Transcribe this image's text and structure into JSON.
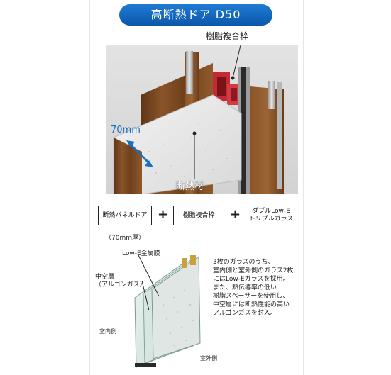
{
  "title": "高断熱ドア D50",
  "labels": {
    "frame": "樹脂複合枠",
    "thickness": "70mm",
    "insulation": "断熱材"
  },
  "combination": {
    "item1": "断熱パネルドア",
    "item2": "樹脂複合枠",
    "item3_line1": "ダブルLow-E",
    "item3_line2": "トリプルガラス",
    "plus": "+"
  },
  "glass": {
    "thickness_note": "（70mm厚）",
    "lowe_coating": "Low-E金属膜",
    "air_layer_line1": "中空層",
    "air_layer_line2": "（アルゴンガス）",
    "indoor": "室内側",
    "outdoor": "室外側",
    "description": [
      "3枚のガラスのうち、",
      "室内側と室外側のガラス2枚",
      "にはLow-Eガラスを採用。",
      "また、熱伝導率の低い",
      "樹脂スペーサーを使用し、",
      "中空層には断熱性能の高い",
      "アルゴンガスを封入。"
    ]
  },
  "colors": {
    "title_bg": "#0b58aa",
    "wood": "#7a4a22",
    "frame_red": "#c42a33",
    "accent_blue": "#1a6fbf"
  }
}
